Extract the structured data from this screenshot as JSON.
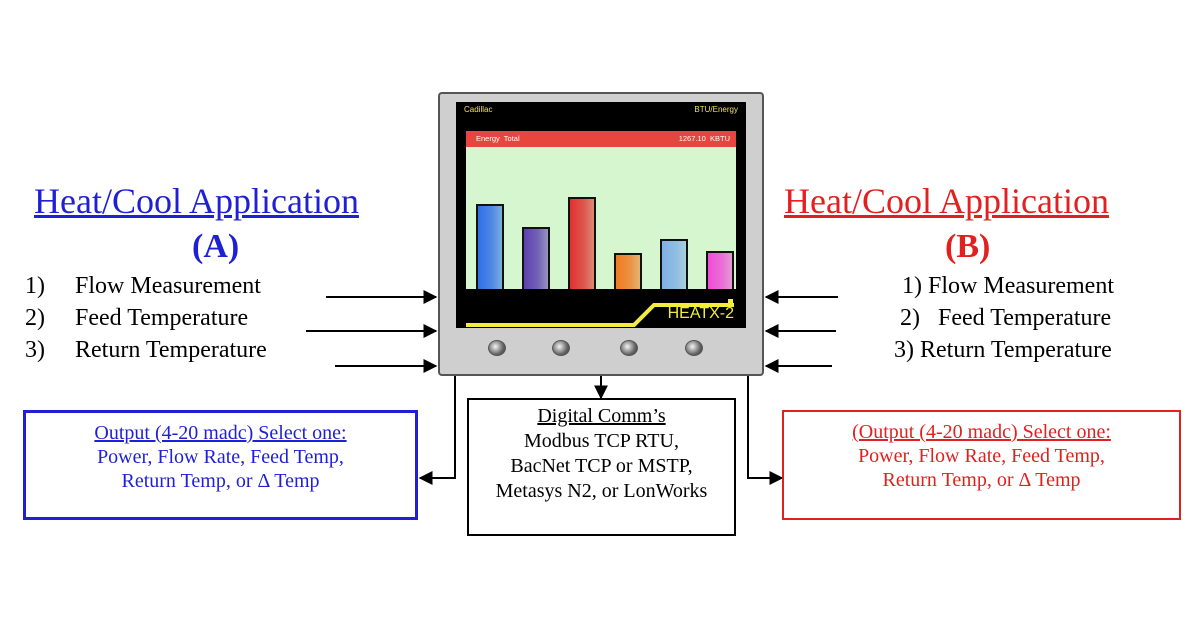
{
  "left": {
    "title": "Heat/Cool Application",
    "sub": "(A)",
    "items": [
      {
        "num": "1)",
        "text": "Flow Measurement"
      },
      {
        "num": "2)",
        "text": "Feed Temperature"
      },
      {
        "num": "3)",
        "text": "Return Temperature"
      }
    ],
    "output": {
      "head": "Output (4-20 madc) Select one:",
      "lines": [
        "Power, Flow Rate, Feed Temp,",
        "Return Temp, or Δ Temp"
      ]
    },
    "color": "#1f1fd6"
  },
  "right": {
    "title": "Heat/Cool Application",
    "sub": "(B)",
    "items": [
      "1) Flow Measurement",
      "2)   Feed Temperature",
      "3) Return Temperature"
    ],
    "output": {
      "head": "(Output (4-20 madc) Select one:",
      "lines": [
        "Power, Flow Rate, Feed Temp,",
        "Return Temp, or Δ Temp"
      ]
    },
    "color": "#e32020"
  },
  "comm": {
    "head": "Digital Comm’s",
    "lines": [
      "Modbus TCP RTU,",
      "BacNet TCP or MSTP,",
      "Metasys N2, or LonWorks"
    ]
  },
  "device": {
    "brand": "Cadillac",
    "mode": "BTU/Energy",
    "energy_label": "Energy  Total",
    "energy_value": "1267.10  KBTU",
    "model": "HEATX-2",
    "bar_levels": [
      0.6,
      0.44,
      0.65,
      0.25,
      0.35,
      0.27
    ],
    "bar_colors": [
      "#2f6fe8",
      "#5d3fb0",
      "#e0302e",
      "#f07a20",
      "#7fb0e6",
      "#f04cd8"
    ],
    "buttons": [
      "key-1-icon",
      "key-2-icon",
      "key-3-icon",
      "key-4-icon"
    ]
  }
}
